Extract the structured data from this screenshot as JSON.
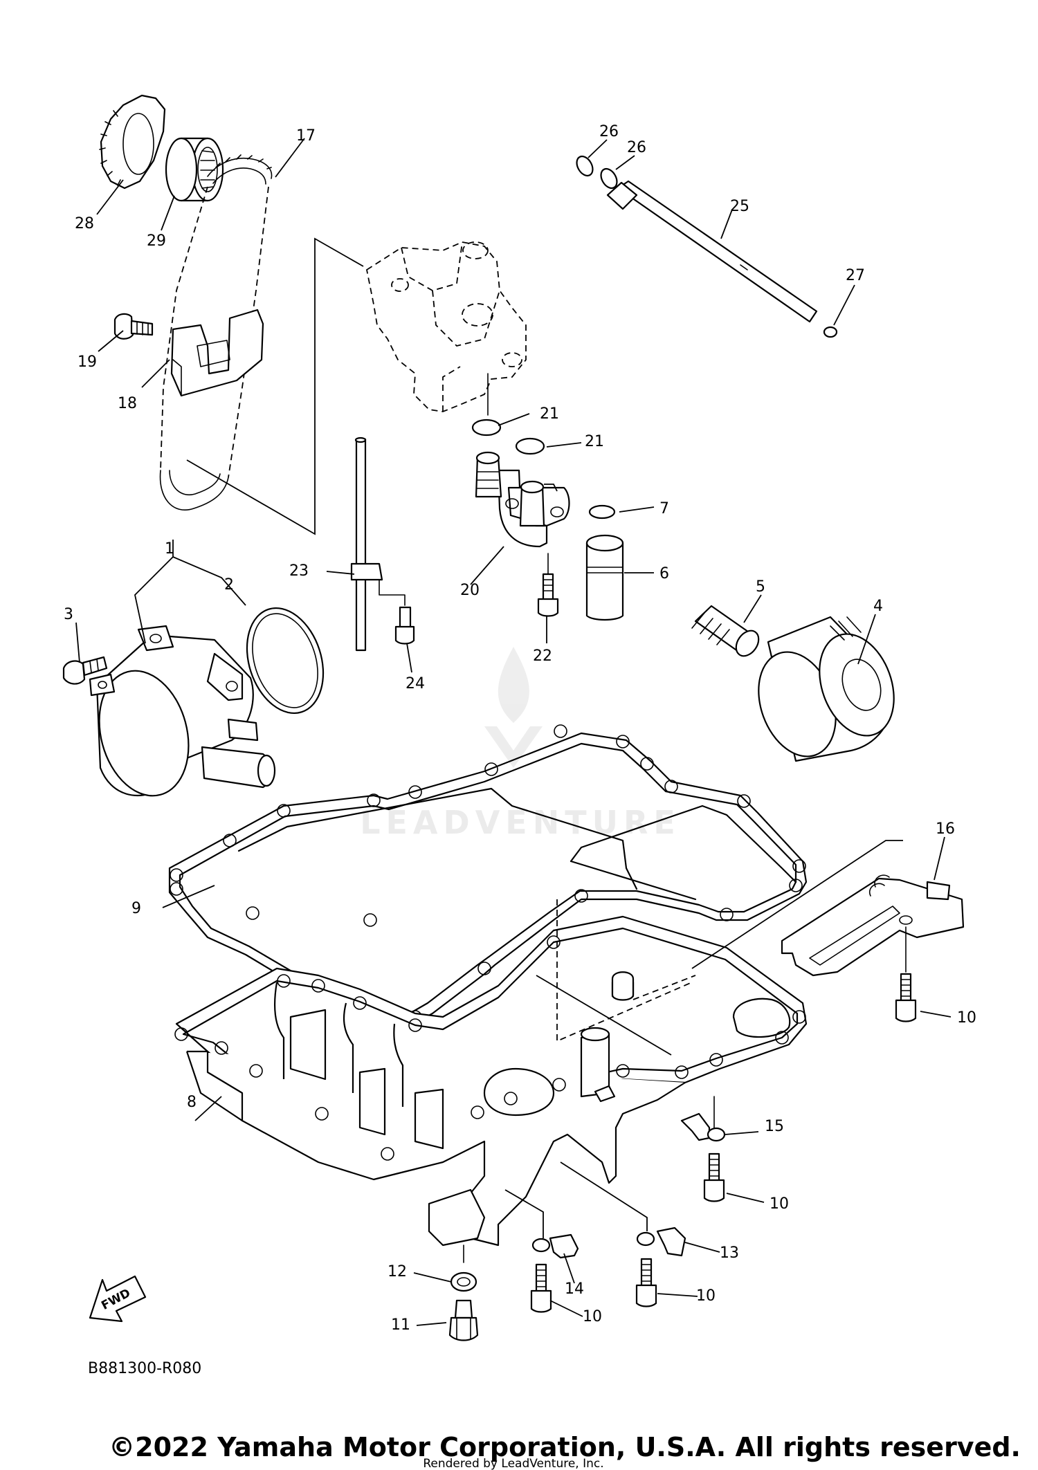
{
  "callouts": [
    {
      "id": "1",
      "text": "1"
    },
    {
      "id": "2",
      "text": "2"
    },
    {
      "id": "3",
      "text": "3"
    },
    {
      "id": "4",
      "text": "4"
    },
    {
      "id": "5",
      "text": "5"
    },
    {
      "id": "6",
      "text": "6"
    },
    {
      "id": "7",
      "text": "7"
    },
    {
      "id": "8",
      "text": "8"
    },
    {
      "id": "9",
      "text": "9"
    },
    {
      "id": "10a",
      "text": "10"
    },
    {
      "id": "10b",
      "text": "10"
    },
    {
      "id": "10c",
      "text": "10"
    },
    {
      "id": "10d",
      "text": "10"
    },
    {
      "id": "11",
      "text": "11"
    },
    {
      "id": "12",
      "text": "12"
    },
    {
      "id": "13",
      "text": "13"
    },
    {
      "id": "14",
      "text": "14"
    },
    {
      "id": "15",
      "text": "15"
    },
    {
      "id": "16",
      "text": "16"
    },
    {
      "id": "17",
      "text": "17"
    },
    {
      "id": "18",
      "text": "18"
    },
    {
      "id": "19",
      "text": "19"
    },
    {
      "id": "20",
      "text": "20"
    },
    {
      "id": "21a",
      "text": "21"
    },
    {
      "id": "21b",
      "text": "21"
    },
    {
      "id": "22",
      "text": "22"
    },
    {
      "id": "23",
      "text": "23"
    },
    {
      "id": "24",
      "text": "24"
    },
    {
      "id": "25",
      "text": "25"
    },
    {
      "id": "26a",
      "text": "26"
    },
    {
      "id": "26b",
      "text": "26"
    },
    {
      "id": "27",
      "text": "27"
    },
    {
      "id": "28",
      "text": "28"
    },
    {
      "id": "29",
      "text": "29"
    }
  ],
  "fwd_label": "FWD",
  "diagram_code": "B881300-R080",
  "watermark": "LEADVENTURE",
  "copyright": "©2022 Yamaha Motor Corporation, U.S.A. All rights reserved.",
  "rendered_by": "Rendered by LeadVenture, Inc."
}
